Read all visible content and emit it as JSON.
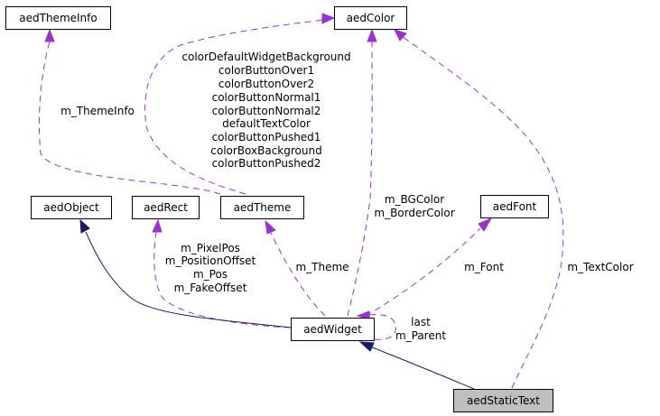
{
  "diagram": {
    "colors": {
      "usage_edge": "#9a32cd",
      "inherit_edge": "#191970",
      "focus_fill": "#bfbfbf",
      "node_fill": "#ffffff"
    },
    "nodes": {
      "aedThemeInfo": "aedThemeInfo",
      "aedColor": "aedColor",
      "aedObject": "aedObject",
      "aedRect": "aedRect",
      "aedTheme": "aedTheme",
      "aedFont": "aedFont",
      "aedWidget": "aedWidget",
      "aedStaticText": "aedStaticText"
    },
    "edges": {
      "theme_to_themeinfo": [
        "m_ThemeInfo"
      ],
      "theme_to_color": [
        "colorDefaultWidgetBackground",
        "colorButtonOver1",
        "colorButtonOver2",
        "colorButtonNormal1",
        "colorButtonNormal2",
        "defaultTextColor",
        "colorButtonPushed1",
        "colorBoxBackground",
        "colorButtonPushed2"
      ],
      "widget_to_color": [
        "m_BGColor",
        "m_BorderColor"
      ],
      "widget_to_rect": [
        "m_PixelPos",
        "m_PositionOffset",
        "m_Pos",
        "m_FakeOffset"
      ],
      "widget_to_theme": [
        "m_Theme"
      ],
      "widget_to_font": [
        "m_Font"
      ],
      "widget_to_widget": [
        "last",
        "m_Parent"
      ],
      "statictext_to_color": [
        "m_TextColor"
      ]
    }
  }
}
